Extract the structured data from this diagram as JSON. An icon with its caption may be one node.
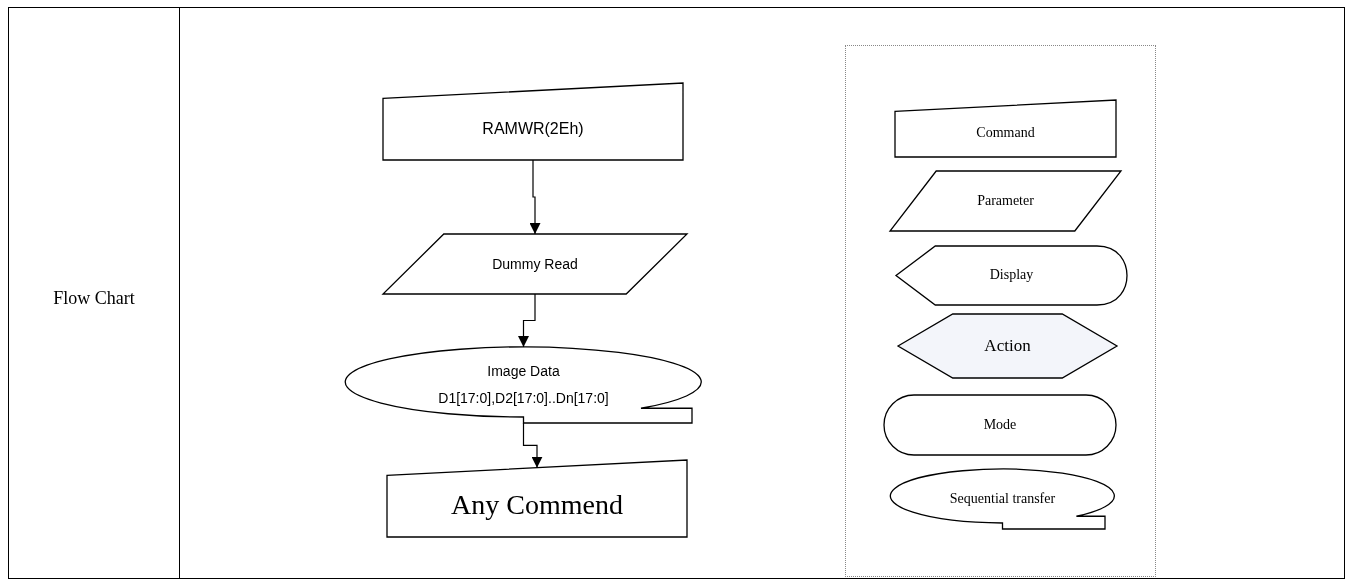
{
  "diagram": {
    "nodes": [
      {
        "text": [
          "RAMWR(2Eh)"
        ]
      },
      {
        "text": [
          "Dummy Read"
        ]
      },
      {
        "text": [
          "Image Data",
          "D1[17:0],D2[17:0]..Dn[17:0]"
        ]
      },
      {
        "text": [
          "Any Commend"
        ]
      },
      {
        "text": [],
        "shape": "box"
      },
      {
        "text": [
          "Command"
        ],
        "in": 4
      },
      {
        "text": [
          "Parameter"
        ],
        "in": 4
      },
      {
        "text": [
          "Display"
        ],
        "in": 4
      },
      {
        "text": [
          "Action"
        ],
        "in": 4
      },
      {
        "text": [
          "Mode"
        ],
        "in": 4
      },
      {
        "text": [
          "Sequential transfer"
        ],
        "in": 4
      }
    ],
    "edges": [
      {
        "from": 0,
        "to": 1,
        "arrow": "to"
      },
      {
        "from": 1,
        "to": 2,
        "arrow": "to"
      },
      {
        "from": 2,
        "to": 3,
        "arrow": "to"
      }
    ],
    "labels": [
      "Flow Chart"
    ]
  }
}
